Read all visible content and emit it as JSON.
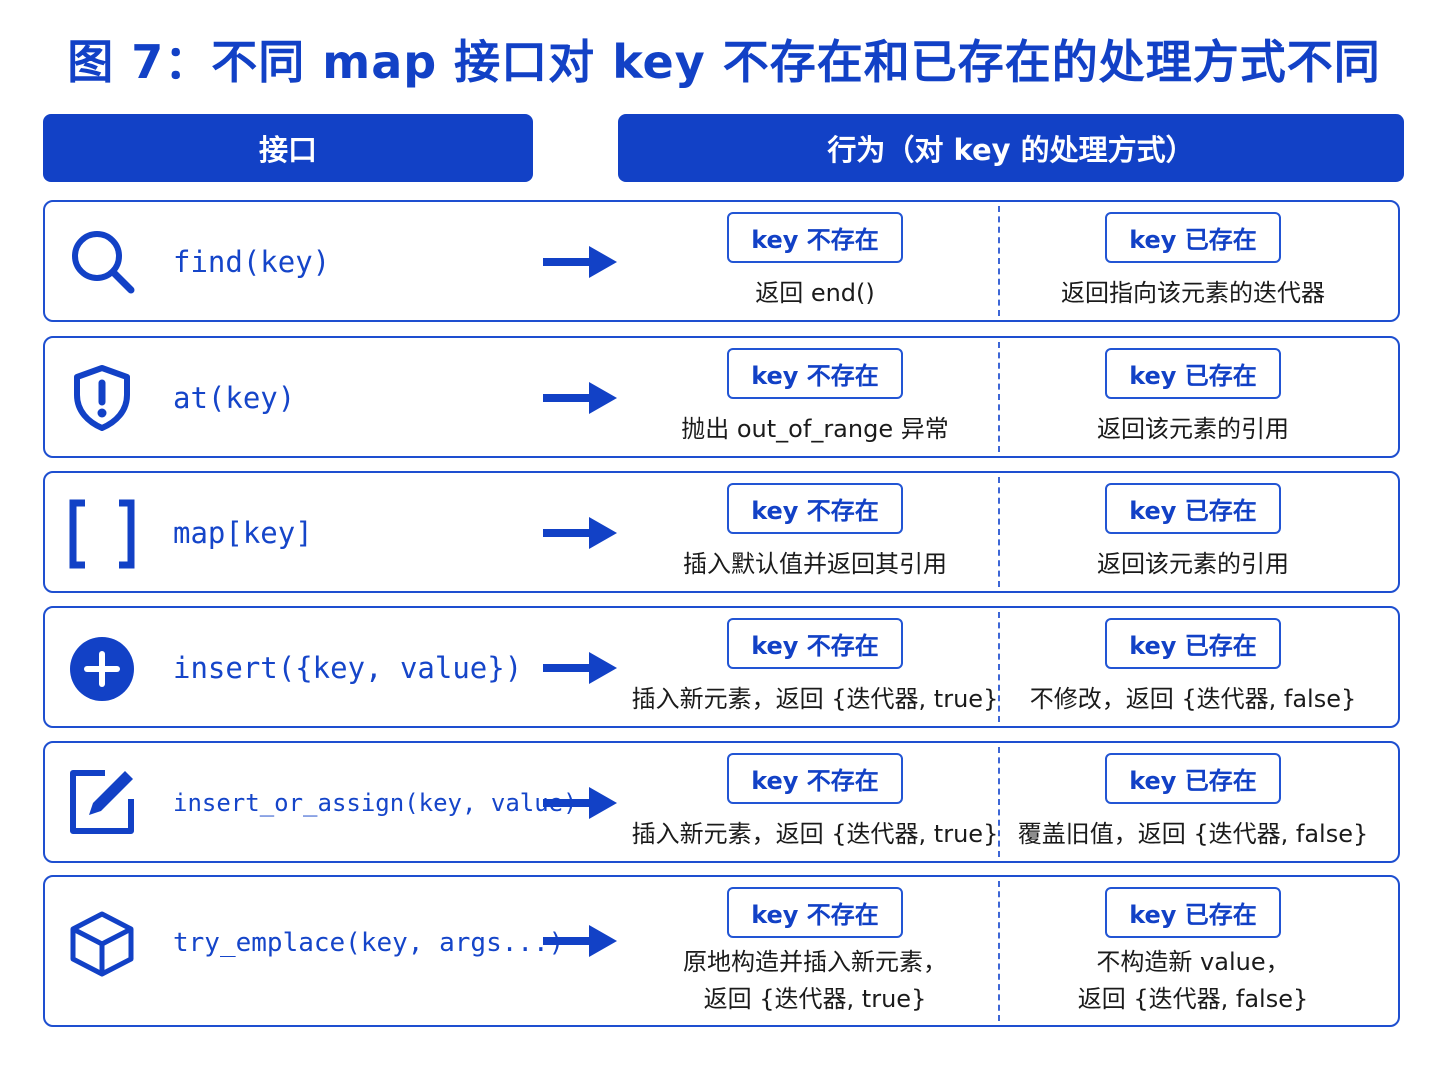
{
  "title": "图 7：不同 map 接口对 key 不存在和已存在的处理方式不同",
  "headers": {
    "interface": "接口",
    "behavior": "行为（对 key 的处理方式）"
  },
  "colors": {
    "accent": "#1241c6",
    "border": "#1e4fd0"
  },
  "rows": [
    {
      "icon": "search-icon",
      "interface": "find(key)",
      "missing_tag": "key 不存在",
      "missing_text": "返回 end()",
      "exists_tag": "key 已存在",
      "exists_text": "返回指向该元素的迭代器"
    },
    {
      "icon": "shield-alert-icon",
      "interface": "at(key)",
      "missing_tag": "key 不存在",
      "missing_text": "抛出 out_of_range 异常",
      "exists_tag": "key 已存在",
      "exists_text": "返回该元素的引用"
    },
    {
      "icon": "brackets-icon",
      "interface": "map[key]",
      "missing_tag": "key 不存在",
      "missing_text": "插入默认值并返回其引用",
      "exists_tag": "key 已存在",
      "exists_text": "返回该元素的引用"
    },
    {
      "icon": "plus-circle-icon",
      "interface": "insert({key, value})",
      "missing_tag": "key 不存在",
      "missing_text": "插入新元素，返回 {迭代器, true}",
      "exists_tag": "key 已存在",
      "exists_text": "不修改，返回 {迭代器, false}"
    },
    {
      "icon": "edit-icon",
      "interface": "insert_or_assign(key, value)",
      "missing_tag": "key 不存在",
      "missing_text": "插入新元素，返回 {迭代器, true}",
      "exists_tag": "key 已存在",
      "exists_text": "覆盖旧值，返回 {迭代器, false}"
    },
    {
      "icon": "cube-icon",
      "interface": "try_emplace(key, args...)",
      "missing_tag": "key 不存在",
      "missing_text_line1": "原地构造并插入新元素，",
      "missing_text_line2": "返回 {迭代器, true}",
      "exists_tag": "key 已存在",
      "exists_text_line1": "不构造新 value，",
      "exists_text_line2": "返回 {迭代器, false}"
    }
  ]
}
